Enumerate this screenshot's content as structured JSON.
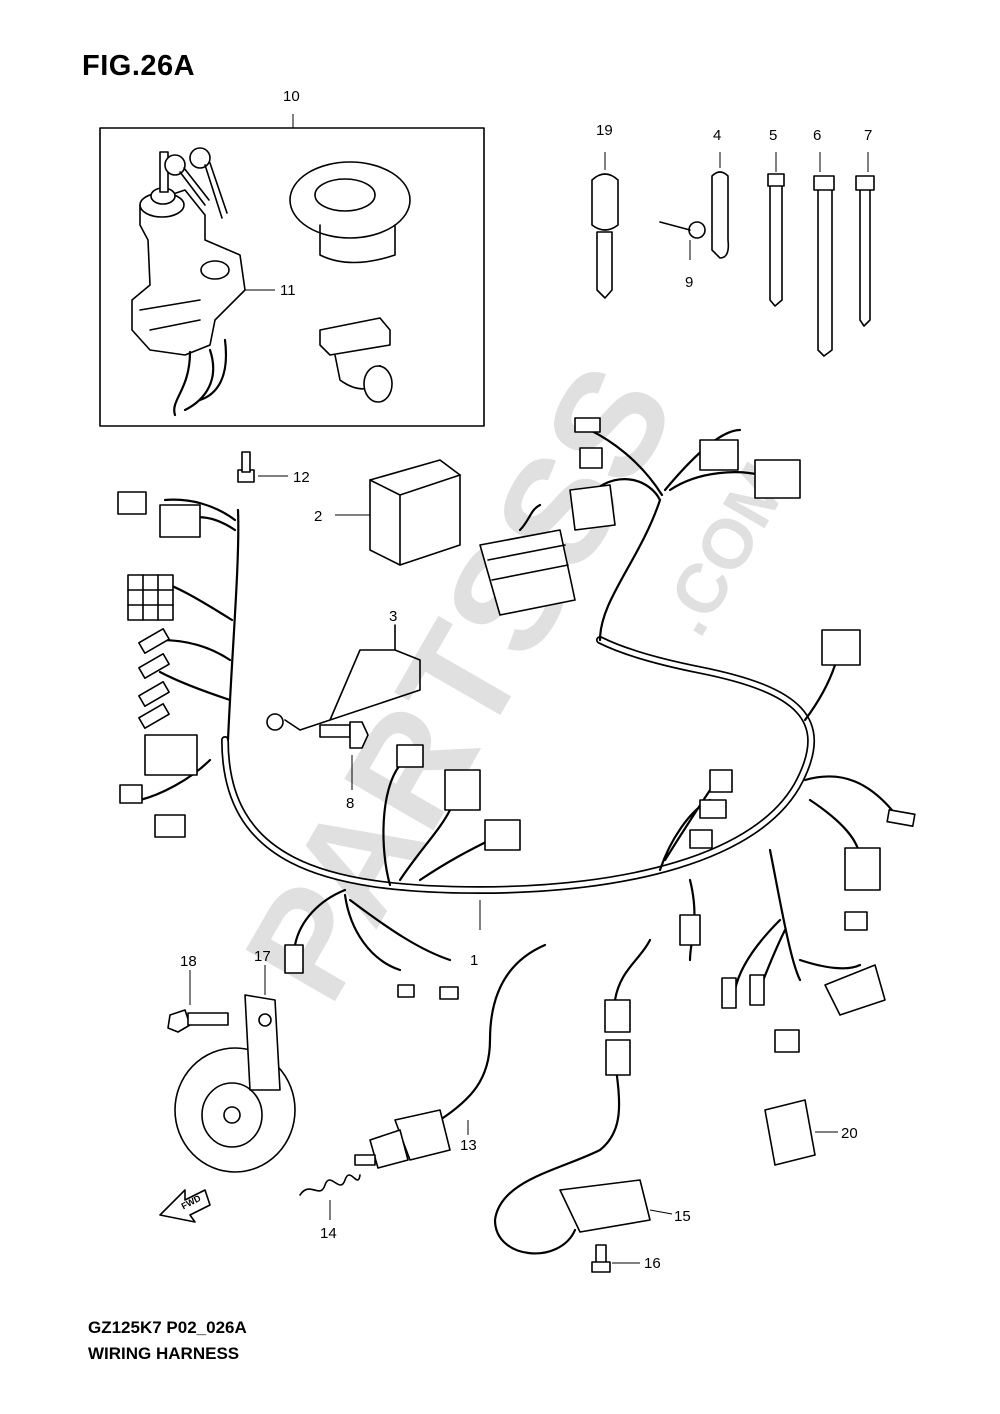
{
  "figure": {
    "title": "FIG.26A",
    "code": "GZ125K7 P02_026A",
    "name": "WIRING HARNESS"
  },
  "watermark": {
    "main": "PARTSSS",
    "suffix": ".COM",
    "color": "#d9d9d9"
  },
  "callouts": {
    "c1": "1",
    "c2": "2",
    "c3": "3",
    "c4": "4",
    "c5": "5",
    "c6": "6",
    "c7": "7",
    "c8": "8",
    "c9": "9",
    "c10": "10",
    "c11": "11",
    "c12": "12",
    "c13": "13",
    "c14": "14",
    "c15": "15",
    "c16": "16",
    "c17": "17",
    "c18": "18",
    "c19": "19",
    "c20": "20"
  },
  "direction_badge": "FWD"
}
